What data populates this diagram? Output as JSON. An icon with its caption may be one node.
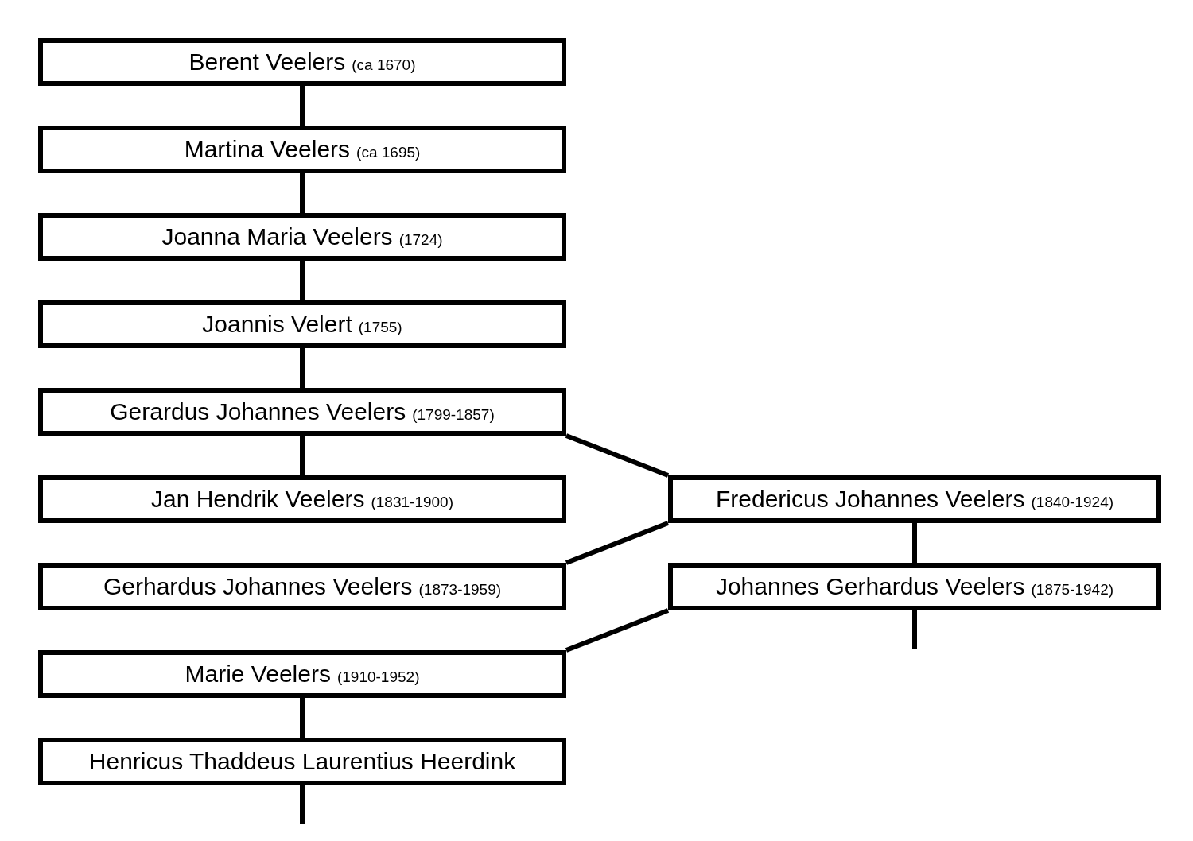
{
  "diagram": {
    "nodes": [
      {
        "text": [
          "Berent Veelers",
          "(ca 1670)"
        ]
      },
      {
        "text": [
          "Martina Veelers",
          "(ca 1695)"
        ]
      },
      {
        "text": [
          "Joanna Maria Veelers",
          "(1724)"
        ]
      },
      {
        "text": [
          "Joannis Velert",
          "(1755)"
        ]
      },
      {
        "text": [
          "Gerardus Johannes Veelers",
          "(1799-1857)"
        ]
      },
      {
        "text": [
          "Jan Hendrik Veelers",
          "(1831-1900)"
        ]
      },
      {
        "text": [
          "Fredericus Johannes Veelers",
          "(1840-1924)"
        ]
      },
      {
        "text": [
          "Gerhardus Johannes Veelers",
          "(1873-1959)"
        ]
      },
      {
        "text": [
          "Johannes Gerhardus Veelers",
          "(1875-1942)"
        ]
      },
      {
        "text": [
          "Marie Veelers",
          "(1910-1952)"
        ]
      },
      {
        "text": [
          "Henricus Thaddeus Laurentius Heerdink"
        ]
      }
    ],
    "edges": [
      {
        "from": 0,
        "to": 1,
        "arrow": "none"
      },
      {
        "from": 1,
        "to": 2,
        "arrow": "none"
      },
      {
        "from": 2,
        "to": 3,
        "arrow": "none"
      },
      {
        "from": 3,
        "to": 4,
        "arrow": "none"
      },
      {
        "from": 4,
        "to": 5,
        "arrow": "none"
      },
      {
        "from": 4,
        "to": 6,
        "arrow": "none"
      },
      {
        "from": 6,
        "to": 7,
        "arrow": "none"
      },
      {
        "from": 6,
        "to": 8,
        "arrow": "none"
      },
      {
        "from": 8,
        "to": 9,
        "arrow": "none"
      },
      {
        "from": 9,
        "to": 10,
        "arrow": "none"
      },
      {
        "from": 8,
        "to": null,
        "arrow": "none"
      },
      {
        "from": 10,
        "to": null,
        "arrow": "none"
      }
    ]
  }
}
